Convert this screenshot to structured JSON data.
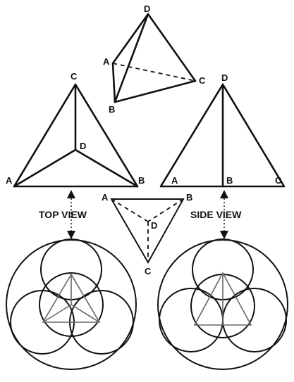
{
  "labels": {
    "A": "A",
    "B": "B",
    "C": "C",
    "D": "D"
  },
  "captions": {
    "top_view": "TOP VIEW",
    "side_view": "SIDE VIEW"
  },
  "colors": {
    "ink": "#111111",
    "inner_tetrahedron": "#666666",
    "background": "#ffffff"
  }
}
